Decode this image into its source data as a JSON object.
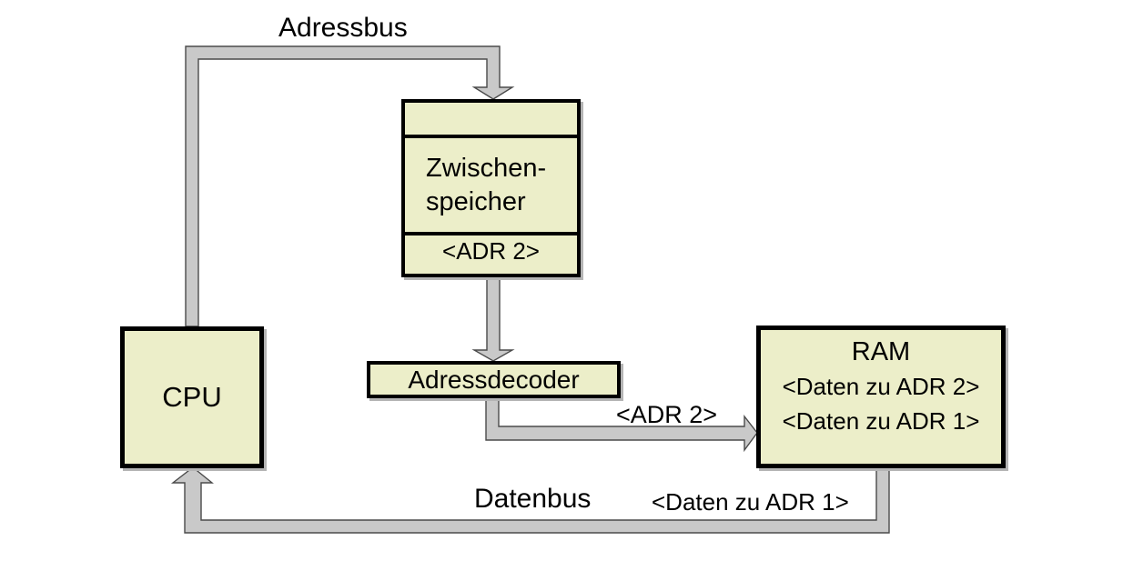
{
  "colors": {
    "background": "#ffffff",
    "box_fill": "#eceec9",
    "box_border": "#000000",
    "box_shadow": "#b4b4b4",
    "bus_fill": "#c9c9c9",
    "bus_outline": "#4a4a4a",
    "text": "#000000"
  },
  "diagram": {
    "bus_labels": {
      "address_bus": "Adressbus",
      "data_bus": "Datenbus",
      "address_on_bus": "<ADR 2>",
      "data_on_bus": "<Daten zu ADR 1>"
    },
    "nodes": {
      "cpu": {
        "label": "CPU"
      },
      "buffer": {
        "lines": [
          "Zwischen-",
          "speicher"
        ],
        "slot": "<ADR 2>"
      },
      "decoder": {
        "label": "Adressdecoder"
      },
      "ram": {
        "title": "RAM",
        "entries": [
          "<Daten zu ADR 2>",
          "<Daten zu ADR 1>"
        ]
      }
    },
    "flows": [
      {
        "from": "CPU",
        "to": "Zwischenspeicher",
        "via": "Adressbus"
      },
      {
        "from": "Zwischenspeicher",
        "to": "Adressdecoder",
        "via": ""
      },
      {
        "from": "Adressdecoder",
        "to": "RAM",
        "via": "<ADR 2>"
      },
      {
        "from": "RAM",
        "to": "CPU",
        "via": "Datenbus"
      }
    ]
  }
}
